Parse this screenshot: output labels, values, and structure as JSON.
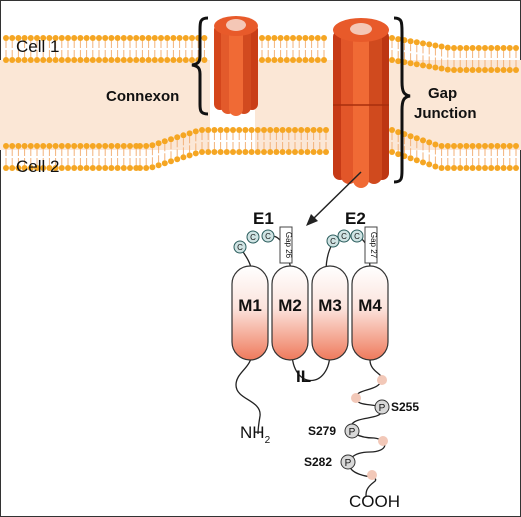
{
  "labels": {
    "cell1": "Cell 1",
    "cell2": "Cell 2",
    "connexon": "Connexon",
    "gap_junction_line1": "Gap",
    "gap_junction_line2": "Junction",
    "e1": "E1",
    "e2": "E2",
    "m1": "M1",
    "m2": "M2",
    "m3": "M3",
    "m4": "M4",
    "il": "IL",
    "nh2_main": "NH",
    "nh2_sub": "2",
    "cooh": "COOH",
    "gap26": "Gap 26",
    "gap27": "Gap 27",
    "cys": "C",
    "phospho": "P",
    "s255": "S255",
    "s279": "S279",
    "s282": "S282"
  },
  "colors": {
    "membrane_band": "#fbe7d6",
    "lipid_head": "#f5a623",
    "lipid_tail": "#f3b27a",
    "connexin": "#e8552a",
    "connexin_dark": "#c63c16",
    "helix_top": "#ffffff",
    "helix_bottom": "#ef7f63",
    "cys_fill": "#cfe3e3",
    "phospho_fill": "#d8d8d8",
    "bead_fill": "#f2c8b8"
  }
}
